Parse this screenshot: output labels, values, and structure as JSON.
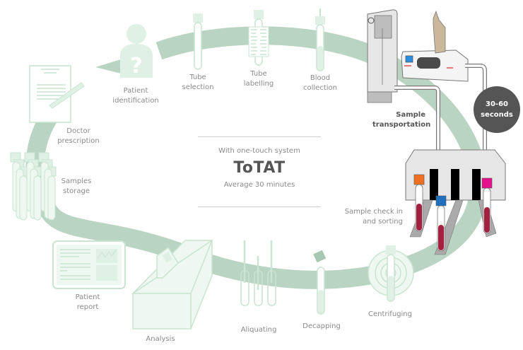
{
  "center": {
    "subtitle": "With one-touch system",
    "title": "ToTAT",
    "caption": "Average 30 minutes"
  },
  "badge": {
    "line1": "30-60",
    "line2": "seconds"
  },
  "steps": [
    {
      "id": "doctor-prescription",
      "line1": "Doctor",
      "line2": "prescription",
      "highlighted": false
    },
    {
      "id": "patient-identification",
      "line1": "Patient",
      "line2": "identification",
      "highlighted": false
    },
    {
      "id": "tube-selection",
      "line1": "Tube",
      "line2": "selection",
      "highlighted": false
    },
    {
      "id": "tube-labelling",
      "line1": "Tube",
      "line2": "labelling",
      "highlighted": false
    },
    {
      "id": "blood-collection",
      "line1": "Blood",
      "line2": "collection",
      "highlighted": false
    },
    {
      "id": "sample-transportation",
      "line1": "Sample",
      "line2": "transportation",
      "highlighted": true
    },
    {
      "id": "sample-check-in",
      "line1": "Sample check in",
      "line2": "and sorting",
      "highlighted": true
    },
    {
      "id": "centrifuging",
      "line1": "Centrifuging",
      "line2": "",
      "highlighted": false
    },
    {
      "id": "decapping",
      "line1": "Decapping",
      "line2": "",
      "highlighted": false
    },
    {
      "id": "aliquating",
      "line1": "Aliquating",
      "line2": "",
      "highlighted": false
    },
    {
      "id": "analysis",
      "line1": "Analysis",
      "line2": "",
      "highlighted": false
    },
    {
      "id": "patient-report",
      "line1": "Patient",
      "line2": "report",
      "highlighted": false
    },
    {
      "id": "samples-storage",
      "line1": "Samples",
      "line2": "storage",
      "highlighted": false
    }
  ],
  "colors": {
    "ring": "#b9d4c2",
    "icon_fill": "#dff0e4",
    "icon_stroke": "#c9e4d0",
    "text": "#8a8a8a",
    "dark_text": "#555555",
    "blood": "#a3203f",
    "cap_orange": "#f07022",
    "cap_blue": "#1f6fbf",
    "cap_magenta": "#e6108c",
    "screen_blue": "#2a8fe0"
  }
}
